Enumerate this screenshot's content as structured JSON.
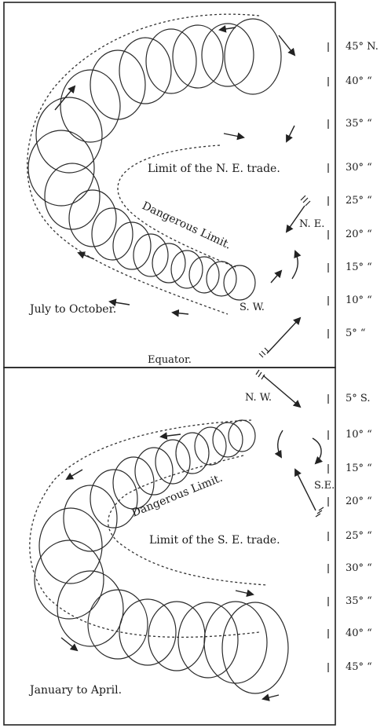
{
  "north": {
    "label_limit": "Limit of the N. E. trade.",
    "label_danger": "Dangerous Limit.",
    "label_season": "July to October.",
    "label_equator": "Equator.",
    "wind_ne": "N. E.",
    "wind_sw": "S. W.",
    "latitudes": [
      "45° N.",
      "40° “",
      "35° “",
      "30° “",
      "25° “",
      "20° “",
      "15° “",
      "10° “",
      "5° “"
    ]
  },
  "south": {
    "label_limit": "Limit of the S. E. trade.",
    "label_danger": "Dangerous Limit.",
    "label_season": "January to April.",
    "wind_nw": "N. W.",
    "wind_se": "S.E.",
    "latitudes": [
      "5° S.",
      "10° “",
      "15° “",
      "20° “",
      "25° “",
      "30° “",
      "35° “",
      "40° “",
      "45° “"
    ]
  },
  "style": {
    "ink": "#222222",
    "paper": "#ffffff"
  }
}
